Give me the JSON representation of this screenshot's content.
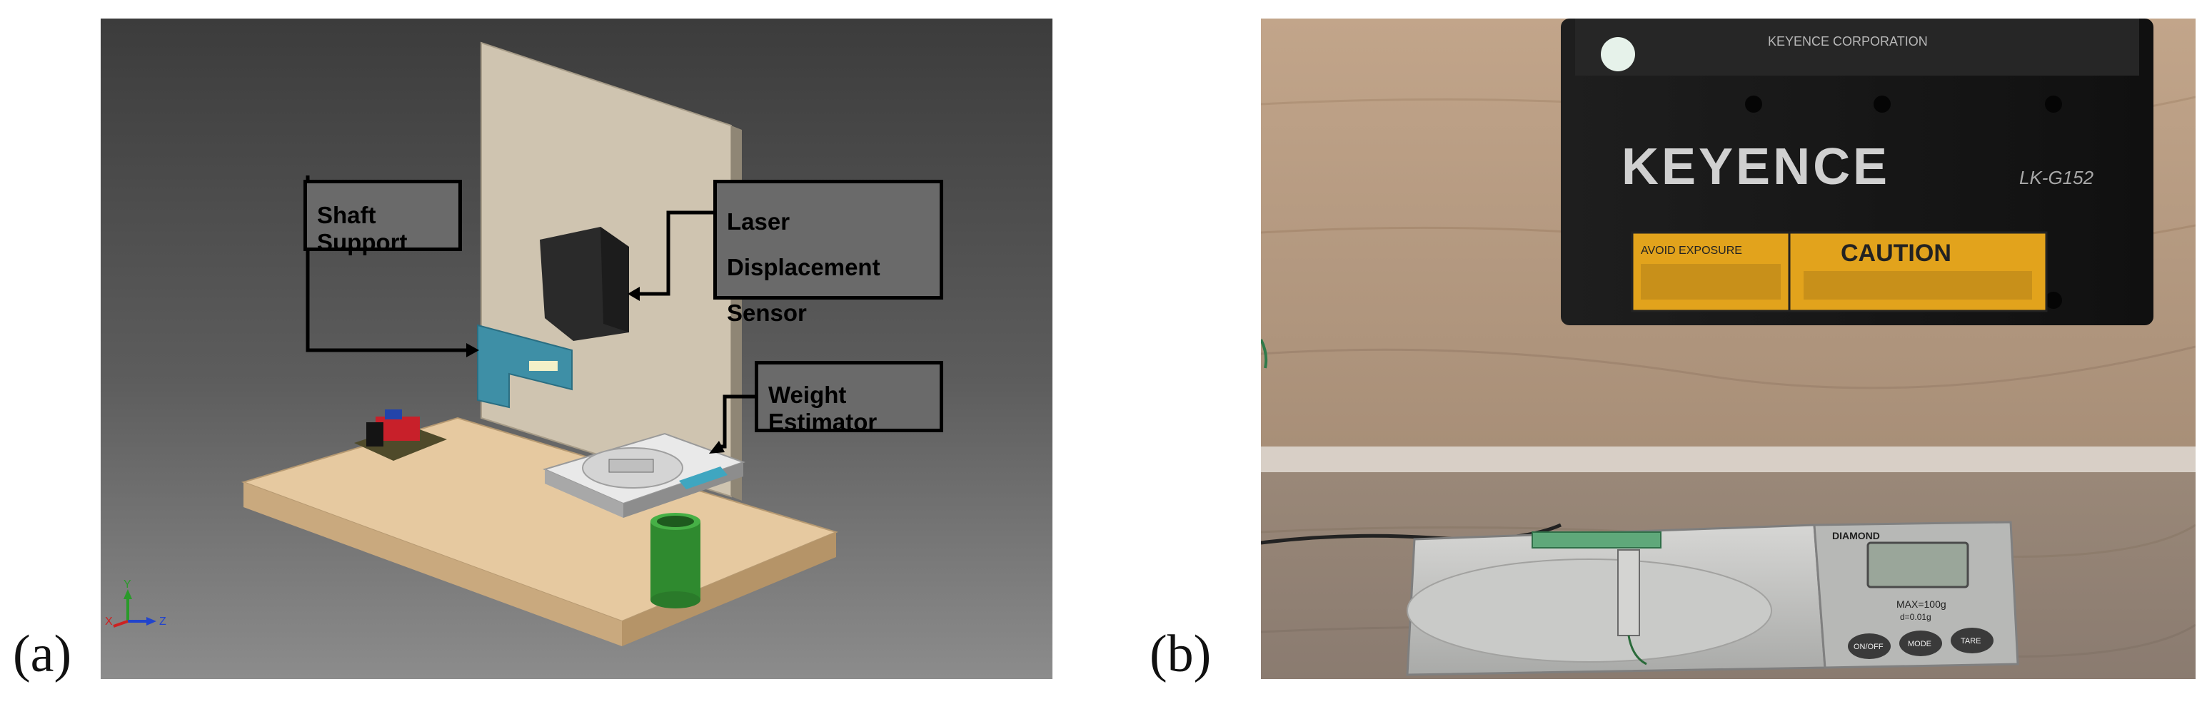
{
  "figure": {
    "panel_a_letter": "(a)",
    "panel_b_letter": "(b)"
  },
  "panel_a": {
    "labels": {
      "shaft_support": "Shaft Support",
      "laser_sensor_line1": "Laser Displacement",
      "laser_sensor_line2": "Sensor",
      "weight_estimator": "Weight Estimator"
    },
    "axis_triad": {
      "y": "Y",
      "x": "X",
      "z": "Z"
    }
  },
  "panel_b": {
    "sensor_brand": "KEYENCE",
    "sensor_model": "LK-G152",
    "sensor_plate_top": "KEYENCE CORPORATION",
    "caution_label": "CAUTION",
    "laser_exposure_label": "AVOID EXPOSURE",
    "scale_brand": "DIAMOND",
    "scale_capacity": "MAX=100g",
    "scale_resolution": "d=0.01g",
    "scale_buttons": [
      "ON/OFF",
      "MODE",
      "TARE"
    ]
  },
  "colors": {
    "panel_a_bg_top": "#3c3c3c",
    "base_plate": "#e6c9a0",
    "back_wall": "#cfc4b0",
    "cylinder": "#2f8a2f",
    "support": "#3e8fa6",
    "label_fill": "#6a6a6a",
    "caution_yellow": "#e2a31c",
    "wood": "#b5a08c"
  }
}
